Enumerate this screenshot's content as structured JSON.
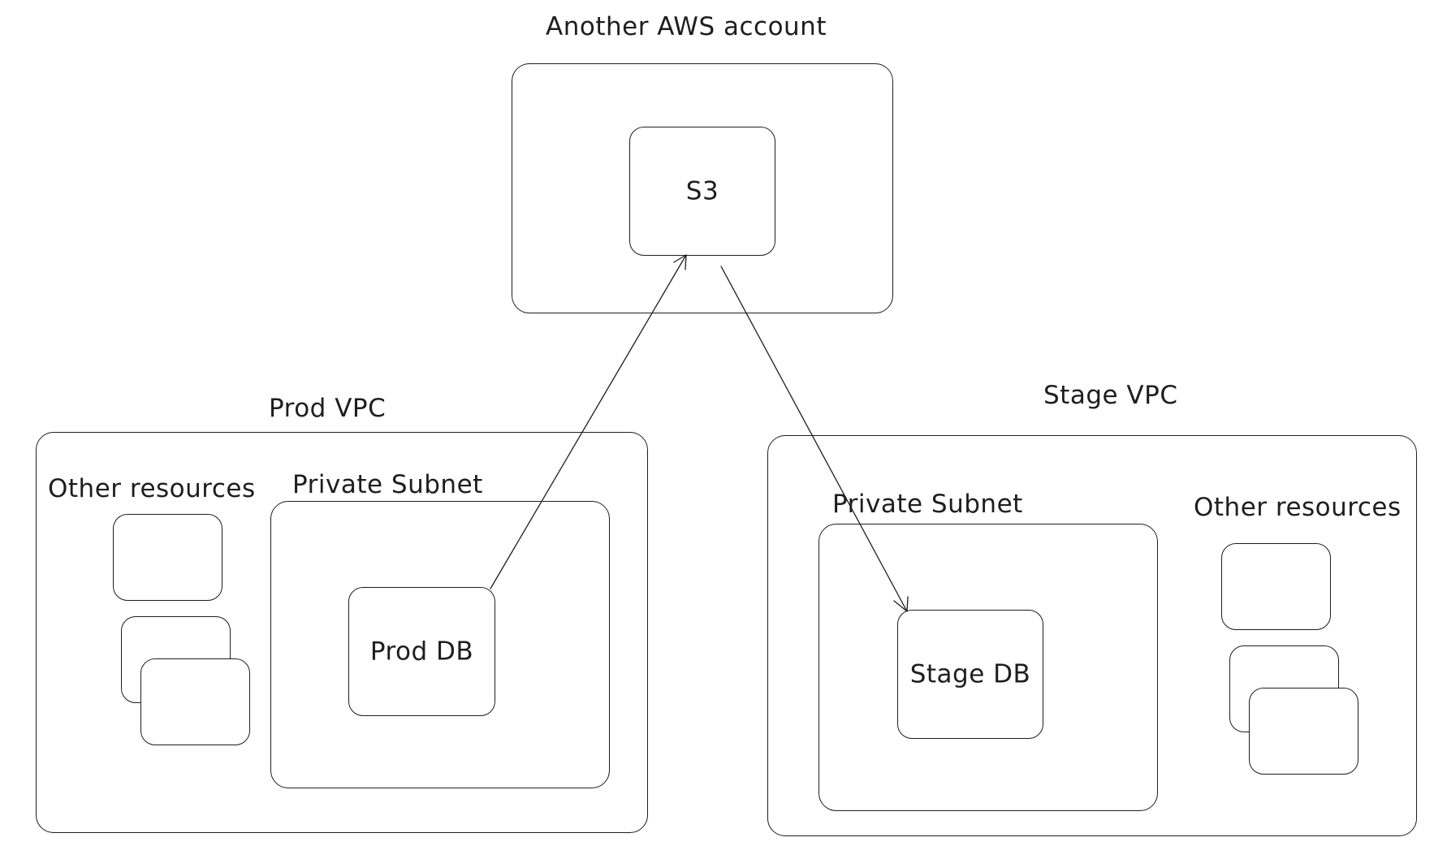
{
  "account": {
    "title": "Another AWS account",
    "s3_label": "S3"
  },
  "prod_vpc": {
    "title": "Prod VPC",
    "other_resources_label": "Other resources",
    "private_subnet_label": "Private Subnet",
    "db_label": "Prod DB"
  },
  "stage_vpc": {
    "title": "Stage VPC",
    "other_resources_label": "Other resources",
    "private_subnet_label": "Private Subnet",
    "db_label": "Stage DB"
  },
  "colors": {
    "stroke": "#1e1e1e",
    "background": "#ffffff"
  }
}
